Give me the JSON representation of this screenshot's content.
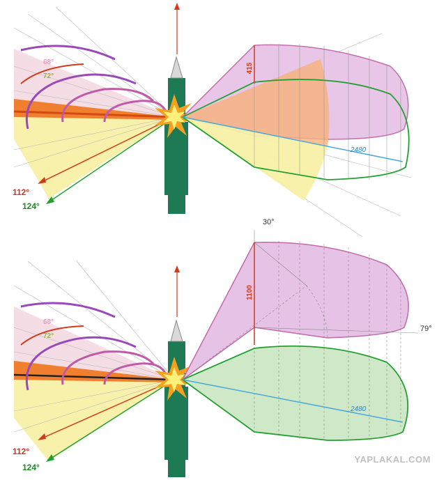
{
  "colors": {
    "pink_fill": "#e6c3e6",
    "pink_edge": "#c06aa8",
    "green_fill": "#cfe8c8",
    "green_edge": "#22a030",
    "orange_fill": "#f7b27a",
    "yellow_fill": "#f7f0a6",
    "red_line": "#d23a1a",
    "blue_line": "#4aa8d8",
    "missile_body": "#1e7a55",
    "arc_purple": "#9a4ab8"
  },
  "panels": [
    {
      "angle_labels": [
        "68°",
        "72°",
        "112°",
        "124°"
      ],
      "height_label": "415",
      "distance_label": "2480",
      "extra_labels": []
    },
    {
      "angle_labels": [
        "68°",
        "72°",
        "112°",
        "124°"
      ],
      "height_label": "1100",
      "distance_label": "2480",
      "extra_labels": [
        "30°",
        "79°"
      ]
    }
  ],
  "watermark": "YAPLAKAL.COM"
}
